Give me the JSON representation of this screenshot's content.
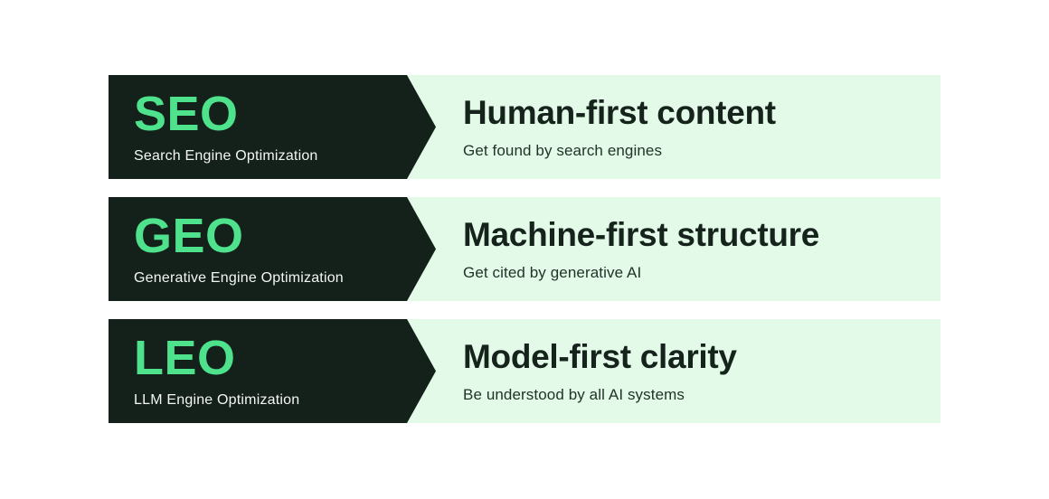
{
  "colors": {
    "dark": "#14201a",
    "mint": "#4ee28c",
    "light": "#e4fae8",
    "title": "#15231c",
    "sub-on-light": "#22332a",
    "sub-on-dark": "#f4f7f4",
    "canvas": "#ffffff"
  },
  "rows": [
    {
      "acronym": "SEO",
      "expansion": "Search Engine Optimization",
      "title": "Human-first content",
      "subtitle": "Get found by search engines"
    },
    {
      "acronym": "GEO",
      "expansion": "Generative Engine Optimization",
      "title": "Machine-first structure",
      "subtitle": "Get cited by generative AI"
    },
    {
      "acronym": "LEO",
      "expansion": "LLM Engine Optimization",
      "title": "Model-first clarity",
      "subtitle": "Be understood by all AI systems"
    }
  ]
}
